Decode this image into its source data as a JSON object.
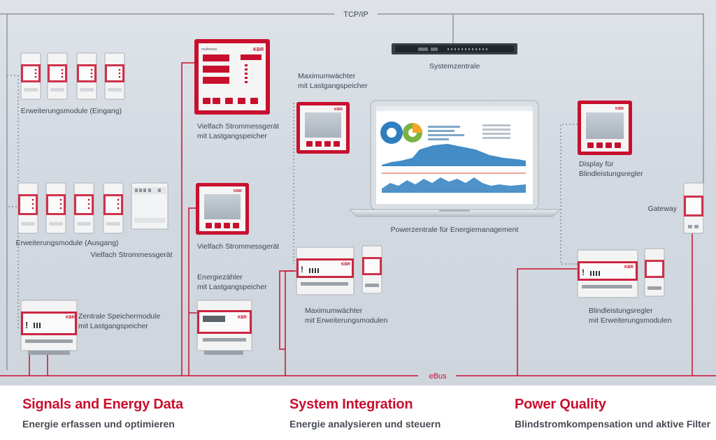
{
  "network": {
    "top_bus": "TCP/IP",
    "bottom_bus": "eBus"
  },
  "devices": {
    "systemzentrale": "Systemzentrale",
    "erweiterung_eingang": "Erweiterungsmodule (Eingang)",
    "erweiterung_ausgang": "Erweiterungsmodule (Ausgang)",
    "vielfach_small": "Vielfach Strommessgerät",
    "zentrale_1": "Zentrale Speichermodule",
    "zentrale_2": "mit Lastgangspeicher",
    "vielfach_lg_1": "Vielfach Strommessgerät",
    "vielfach_lg_2": "mit Lastgangspeicher",
    "vielfach_mid": "Vielfach Strommessgerät",
    "energie_1": "Energiezähler",
    "energie_2": "mit Lastgangspeicher",
    "maxw_top_1": "Maximumwächter",
    "maxw_top_2": "mit Lastgangspeicher",
    "powerzentrale": "Powerzentrale für Energiemanagement",
    "maxw_bot_1": "Maximumwächter",
    "maxw_bot_2": "mit Erweiterungsmodulen",
    "display_1": "Display für",
    "display_2": "Blindleistungsregler",
    "gateway": "Gateway",
    "blind_1": "Blindleistungsregler",
    "blind_2": "mit Erweiterungsmodulen"
  },
  "brand": {
    "logo": "KBR",
    "model": "multimess"
  },
  "colors": {
    "accent": "#c8102e",
    "bus_gray": "#7d8690",
    "background": "#d6dbe2"
  },
  "footer": {
    "columns": [
      {
        "title": "Signals and Energy Data",
        "subtitle": "Energie erfassen und optimieren"
      },
      {
        "title": "System Integration",
        "subtitle": "Energie analysieren und steuern"
      },
      {
        "title": "Power Quality",
        "subtitle": "Blindstromkompensation und aktive Filter"
      }
    ]
  }
}
